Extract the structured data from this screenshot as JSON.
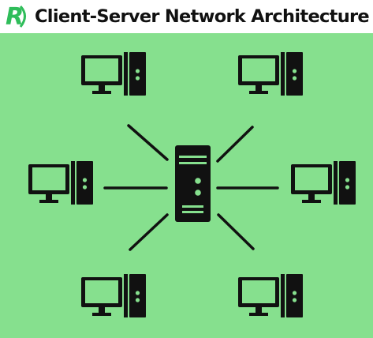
{
  "header": {
    "title": "Client-Server Network Architecture",
    "logo_icon": "r-logo-icon",
    "logo_color": "#2fbd5a"
  },
  "diagram": {
    "background_color": "#86e08e",
    "line_color": "#111111",
    "server": {
      "icon": "server-tower-icon"
    },
    "clients": [
      {
        "name": "client-top-left",
        "icon": "desktop-computer-icon"
      },
      {
        "name": "client-top-right",
        "icon": "desktop-computer-icon"
      },
      {
        "name": "client-middle-left",
        "icon": "desktop-computer-icon"
      },
      {
        "name": "client-middle-right",
        "icon": "desktop-computer-icon"
      },
      {
        "name": "client-bottom-left",
        "icon": "desktop-computer-icon"
      },
      {
        "name": "client-bottom-right",
        "icon": "desktop-computer-icon"
      }
    ]
  }
}
